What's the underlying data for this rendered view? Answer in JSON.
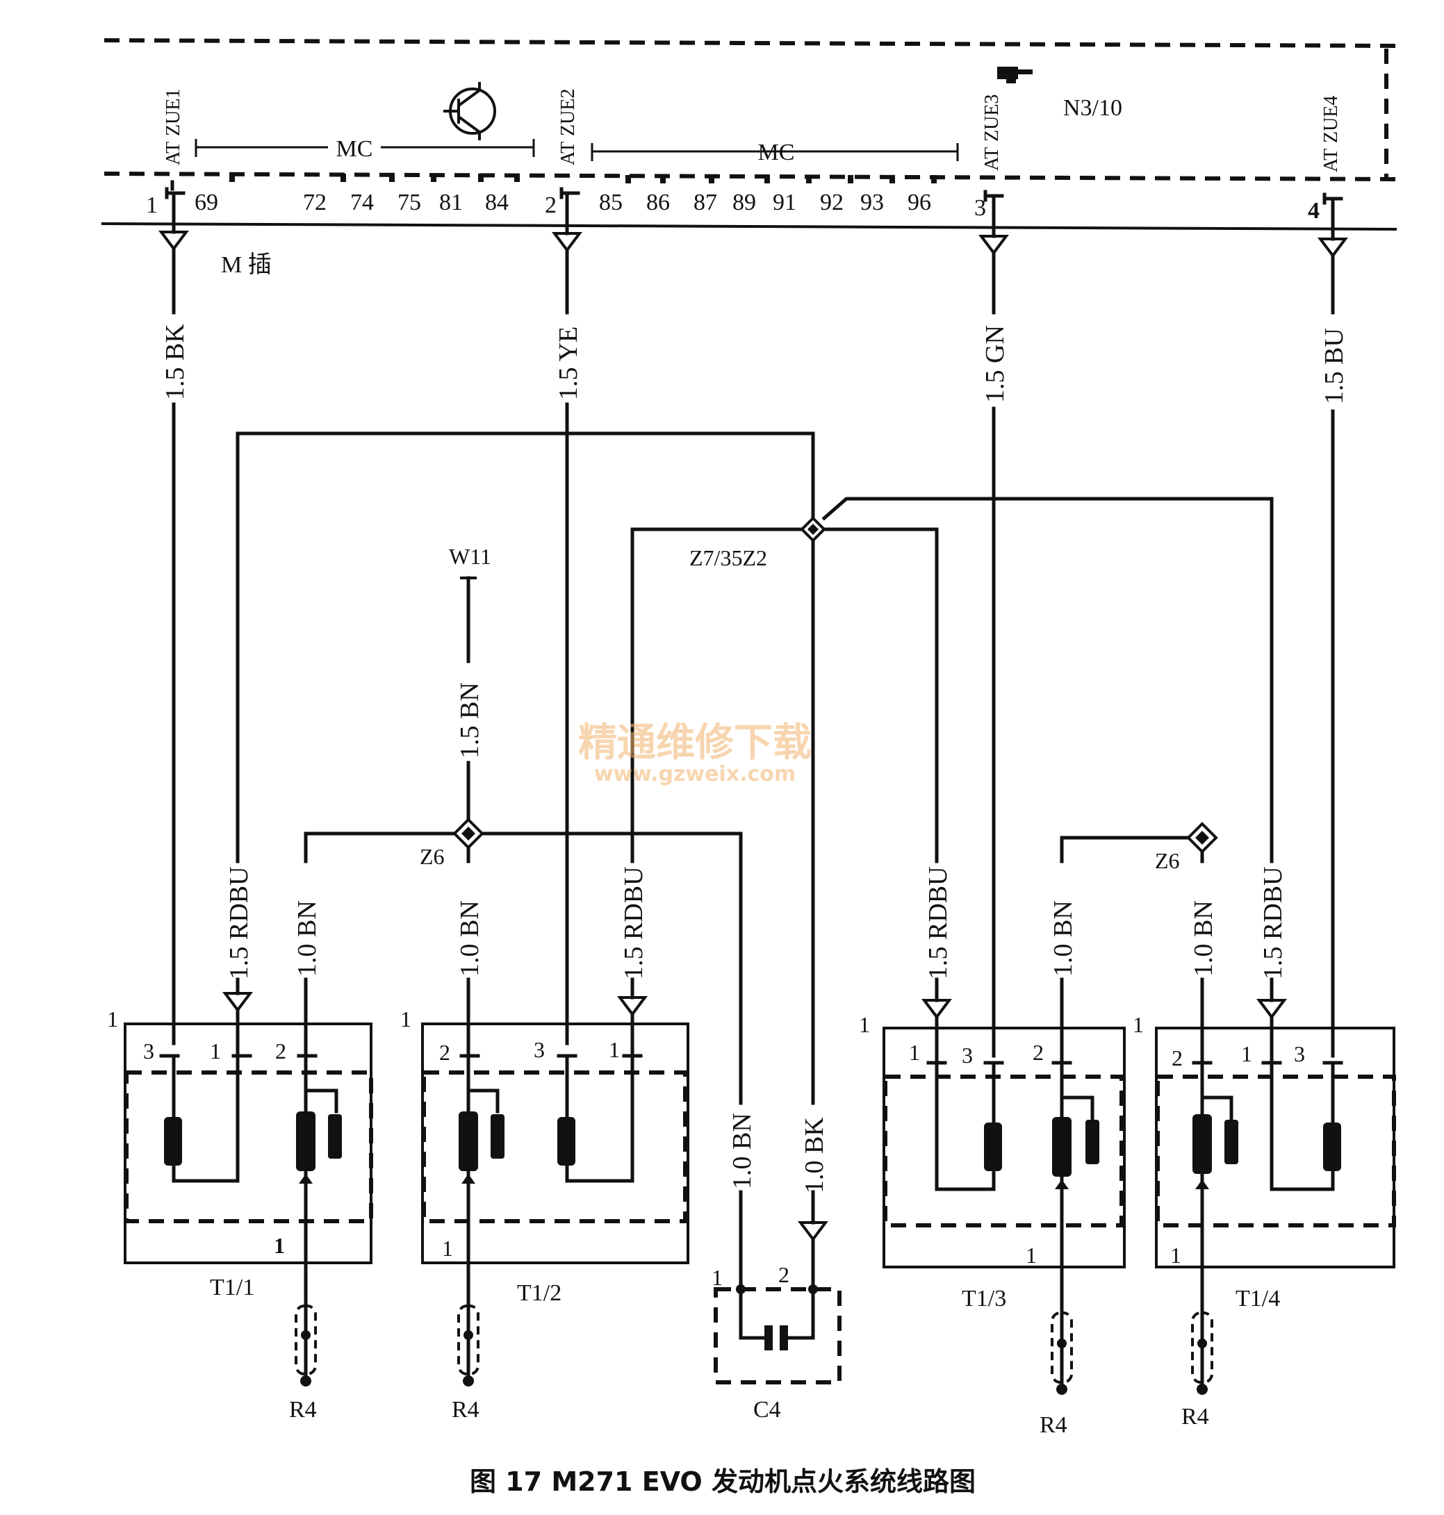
{
  "ecu": {
    "name": "N3/10",
    "group_label": "MC",
    "connector_label": "M 插",
    "outputs": [
      {
        "pin": "1",
        "at": "AT",
        "zue": "ZUE1",
        "wire": "1.5 BK"
      },
      {
        "pin": "2",
        "at": "AT",
        "zue": "ZUE2",
        "wire": "1.5 YE"
      },
      {
        "pin": "3",
        "at": "AT",
        "zue": "ZUE3",
        "wire": "1.5 GN"
      },
      {
        "pin": "4",
        "at": "AT",
        "zue": "ZUE4",
        "wire": "1.5 BU"
      }
    ],
    "pins": [
      "69",
      "72",
      "74",
      "75",
      "81",
      "84",
      "85",
      "86",
      "87",
      "89",
      "91",
      "92",
      "93",
      "96"
    ]
  },
  "splices": {
    "z7": "Z7/35Z2",
    "z6": "Z6",
    "w11": "W11",
    "w11_wire": "1.5 BN"
  },
  "coils": [
    {
      "name": "T1/1",
      "ctr": "1",
      "p3": "3",
      "p1": "1",
      "p2": "2",
      "p_out": "1",
      "w_rdbu": "1.5 RDBU",
      "w_bn": "1.0 BN"
    },
    {
      "name": "T1/2",
      "ctr": "1",
      "p2": "2",
      "p3": "3",
      "p1": "1",
      "p_out": "1",
      "w_bn": "1.0 BN",
      "w_rdbu": "1.5 RDBU"
    },
    {
      "name": "T1/3",
      "ctr": "1",
      "p1": "1",
      "p3": "3",
      "p2": "2",
      "p_out": "1",
      "w_rdbu": "1.5 RDBU",
      "w_bn": "1.0 BN"
    },
    {
      "name": "T1/4",
      "ctr": "1",
      "p2": "2",
      "p1": "1",
      "p3": "3",
      "p_out": "1",
      "w_bn": "1.0 BN",
      "w_rdbu": "1.5 RDBU"
    }
  ],
  "capacitor": {
    "name": "C4",
    "p1": "1",
    "p2": "2",
    "w_bn": "1.0 BN",
    "w_bk": "1.0 BK"
  },
  "plug_label": "R4",
  "watermark": {
    "cn": "精通维修下载",
    "url": "www.gzweix.com"
  },
  "caption": "图 17    M271 EVO 发动机点火系统线路图"
}
